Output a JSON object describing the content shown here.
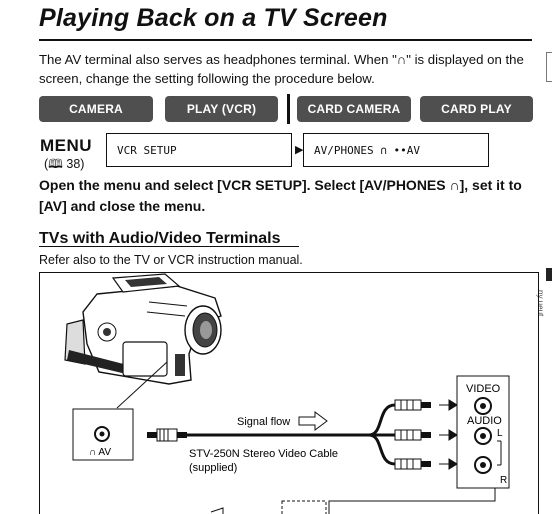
{
  "page": {
    "title": "Playing Back on a TV Screen",
    "intro": "The AV terminal also serves as headphones terminal. When \"∩\" is displayed on the screen, change the setting following the procedure below."
  },
  "mode_buttons": [
    {
      "label": "CAMERA"
    },
    {
      "label": "PLAY (VCR)"
    },
    {
      "label": "CARD CAMERA"
    },
    {
      "label": "CARD PLAY"
    }
  ],
  "menu": {
    "label": "MENU",
    "ref": "(🕮 38)",
    "setting_box": "VCR SETUP",
    "value_box": "AV/PHONES ∩ ••AV"
  },
  "instruction": "Open the menu and select [VCR SETUP]. Select [AV/PHONES ∩], set it to [AV] and close the menu.",
  "section": {
    "title": "TVs with Audio/Video Terminals",
    "note": "Refer also to the TV or VCR instruction manual."
  },
  "diagram": {
    "camera_port_label": "∩  AV",
    "signal_flow_label": "Signal flow",
    "cable_label_line1": "STV-250N Stereo Video Cable",
    "cable_label_line2": "(supplied)",
    "tv_video_label": "VIDEO",
    "tv_audio_label": "AUDIO",
    "tv_l_label": "L",
    "tv_r_label": "R"
  },
  "side": {
    "vertical_text": "ny ueut"
  }
}
